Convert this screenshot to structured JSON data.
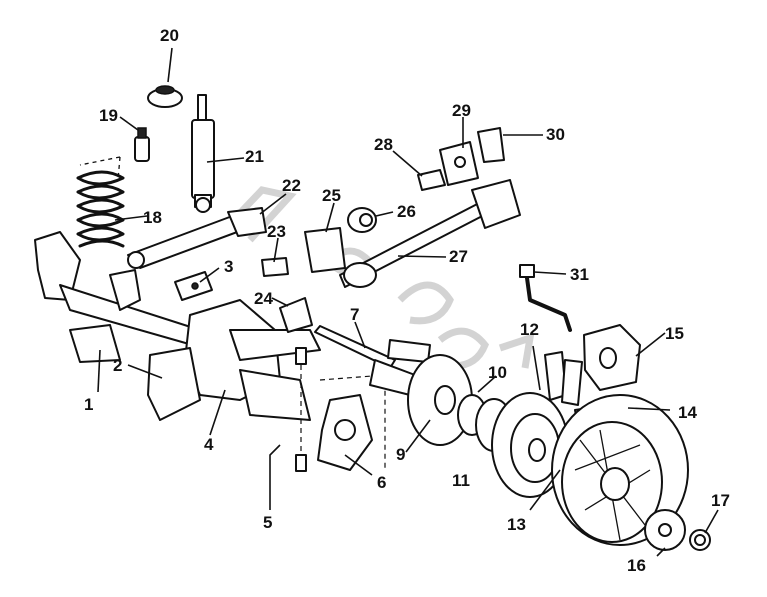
{
  "callouts": [
    {
      "id": "1",
      "label": "1"
    },
    {
      "id": "2",
      "label": "2"
    },
    {
      "id": "3",
      "label": "3"
    },
    {
      "id": "4",
      "label": "4"
    },
    {
      "id": "5",
      "label": "5"
    },
    {
      "id": "6",
      "label": "6"
    },
    {
      "id": "7",
      "label": "7"
    },
    {
      "id": "9",
      "label": "9"
    },
    {
      "id": "10",
      "label": "10"
    },
    {
      "id": "11",
      "label": "11"
    },
    {
      "id": "12",
      "label": "12"
    },
    {
      "id": "13",
      "label": "13"
    },
    {
      "id": "14",
      "label": "14"
    },
    {
      "id": "15",
      "label": "15"
    },
    {
      "id": "16",
      "label": "16"
    },
    {
      "id": "17",
      "label": "17"
    },
    {
      "id": "18",
      "label": "18"
    },
    {
      "id": "19",
      "label": "19"
    },
    {
      "id": "20",
      "label": "20"
    },
    {
      "id": "21",
      "label": "21"
    },
    {
      "id": "22",
      "label": "22"
    },
    {
      "id": "23",
      "label": "23"
    },
    {
      "id": "24",
      "label": "24"
    },
    {
      "id": "25",
      "label": "25"
    },
    {
      "id": "26",
      "label": "26"
    },
    {
      "id": "27",
      "label": "27"
    },
    {
      "id": "28",
      "label": "28"
    },
    {
      "id": "29",
      "label": "29"
    },
    {
      "id": "30",
      "label": "30"
    },
    {
      "id": "31",
      "label": "31"
    }
  ],
  "colors": {
    "ink": "#111111",
    "background": "#ffffff",
    "watermark": "#c8c8c8"
  }
}
